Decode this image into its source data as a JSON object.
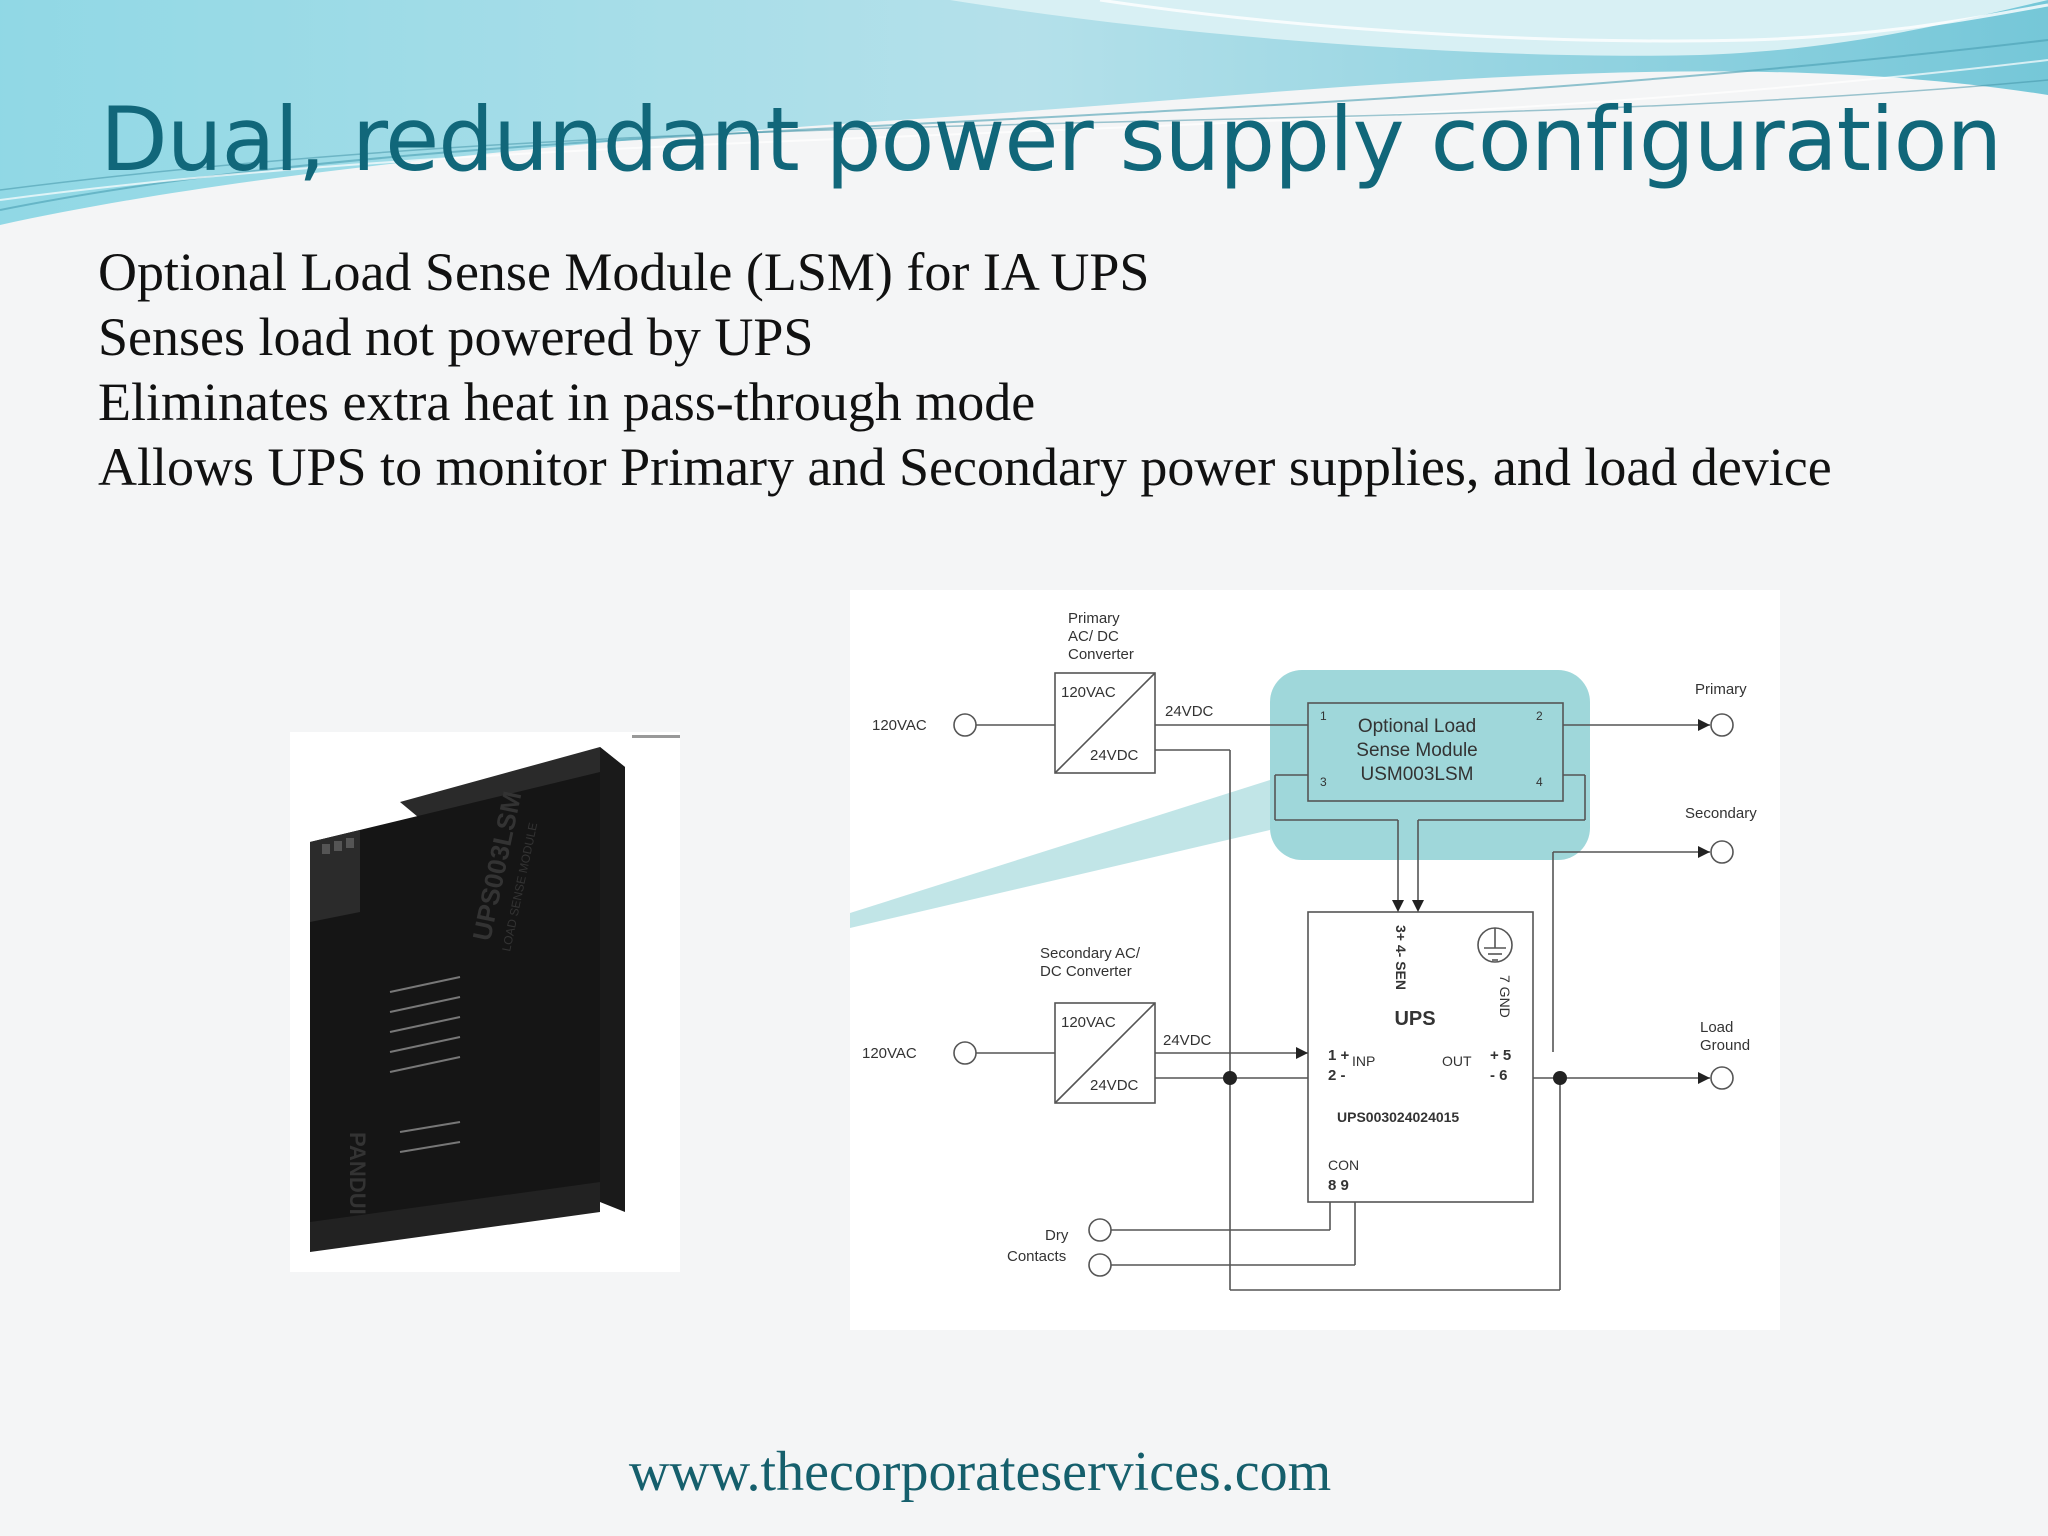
{
  "slide": {
    "title": "Dual, redundant power supply configuration",
    "bullets": [
      "Optional Load Sense Module (LSM) for IA UPS",
      "Senses load not powered by UPS",
      "Eliminates extra heat in pass-through mode",
      "Allows UPS to monitor Primary and Secondary power supplies, and load device"
    ],
    "footer": "www.thecorporateservices.com"
  },
  "device": {
    "model": "UPS003LSM",
    "subtitle": "LOAD SENSE MODULE",
    "brand": "PANDUIT"
  },
  "diagram": {
    "primary_converter": {
      "title_lines": [
        "Primary",
        "AC/ DC",
        "Converter"
      ],
      "in_label": "120VAC",
      "out_label": "24VDC"
    },
    "secondary_converter": {
      "title_lines": [
        "Secondary AC/",
        "DC Converter"
      ],
      "in_label": "120VAC",
      "out_label": "24VDC"
    },
    "source_labels": {
      "primary_in": "120VAC",
      "secondary_in": "120VAC"
    },
    "lsm": {
      "lines": [
        "Optional Load",
        "Sense Module",
        "USM003LSM"
      ],
      "pins": [
        "1",
        "2",
        "3",
        "4"
      ]
    },
    "ups": {
      "name": "UPS",
      "part_number": "UPS003024024015",
      "gnd_label": "7 GND",
      "sen_label": "3+ 4- SEN",
      "inp_pins": [
        "1 +",
        "2 -"
      ],
      "inp_label": "INP",
      "out_label": "OUT",
      "out_pins": [
        "+ 5",
        "- 6"
      ],
      "con_label": "CON",
      "con_pins": "8  9"
    },
    "outputs": {
      "primary": "Primary",
      "secondary": "Secondary",
      "load_ground": [
        "Load",
        "Ground"
      ]
    },
    "dry_contacts": [
      "Dry",
      "Contacts"
    ]
  },
  "colors": {
    "title": "#11677a",
    "footer": "#155f6c",
    "highlight": "#8ed0d3",
    "wave_dark": "#6dc4d4",
    "wave_light": "#bfe8ee"
  }
}
